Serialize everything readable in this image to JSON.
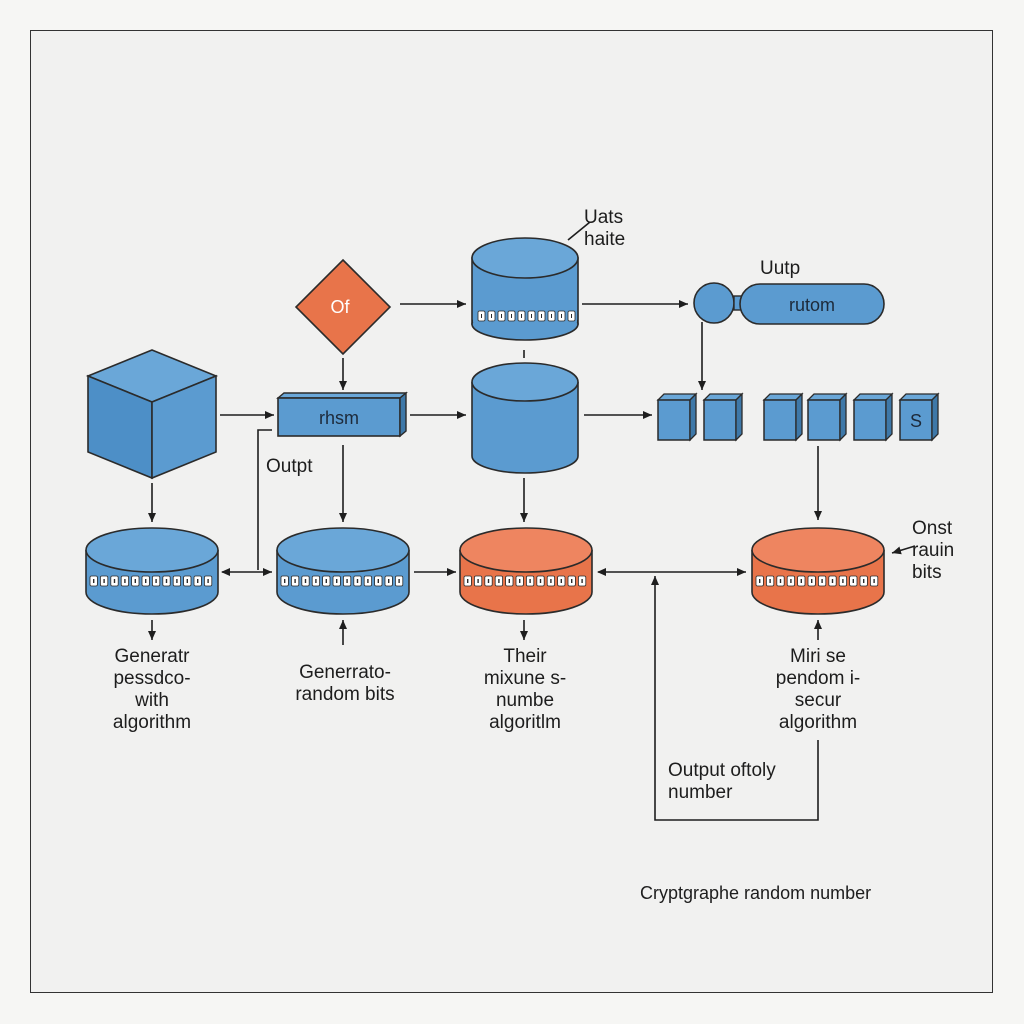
{
  "nodes": {
    "diamond": "Of",
    "bar_left": "rhsm",
    "capsule": "rutom",
    "small_cube_last": "S"
  },
  "labels": {
    "top_right_note": "Uats\nhaite",
    "capsule_title": "Uutp",
    "output_left": "Outpt",
    "right_note": "Onst\nrauin\nbits",
    "gen_1": "Generatr\npessdco-\nwith\nalgorithm",
    "gen_2": "Generrato-\nrandom bits",
    "mix": "Their\nmixune s-\nnumbe\nalgoritlm",
    "secure": "Miri se\npendom i-\nsecur\nalgorithm",
    "output_box": "Output oftoly\nnumber",
    "caption": "Cryptgraphe random number"
  },
  "colors": {
    "blue": "#5b9bd0",
    "blue_dark": "#3e78a8",
    "orange": "#e8744a",
    "orange_dark": "#c65a33",
    "line": "#1e1e1e"
  }
}
